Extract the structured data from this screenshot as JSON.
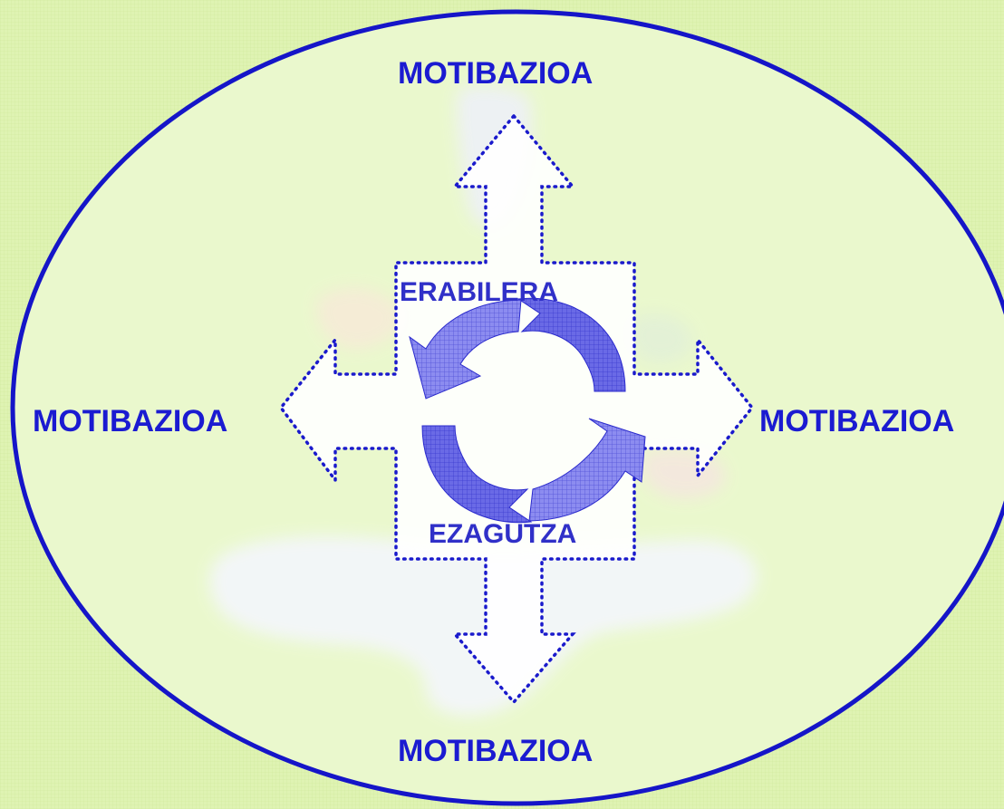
{
  "diagram": {
    "top_label": "MOTIBAZIOA",
    "bottom_label": "MOTIBAZIOA",
    "left_label": "MOTIBAZIOA",
    "right_label": "MOTIBAZIOA",
    "center_top_label": "ERABILERA",
    "center_bottom_label": "EZAGUTZA"
  },
  "colors": {
    "background": "#d7f0a2",
    "ellipse_fill": "#e8f7c8",
    "ellipse_stroke": "#1515c8",
    "text": "#1b1bd1",
    "cycle_arrow": "#5a5ae0",
    "dotted_outline": "#1a1acc"
  }
}
